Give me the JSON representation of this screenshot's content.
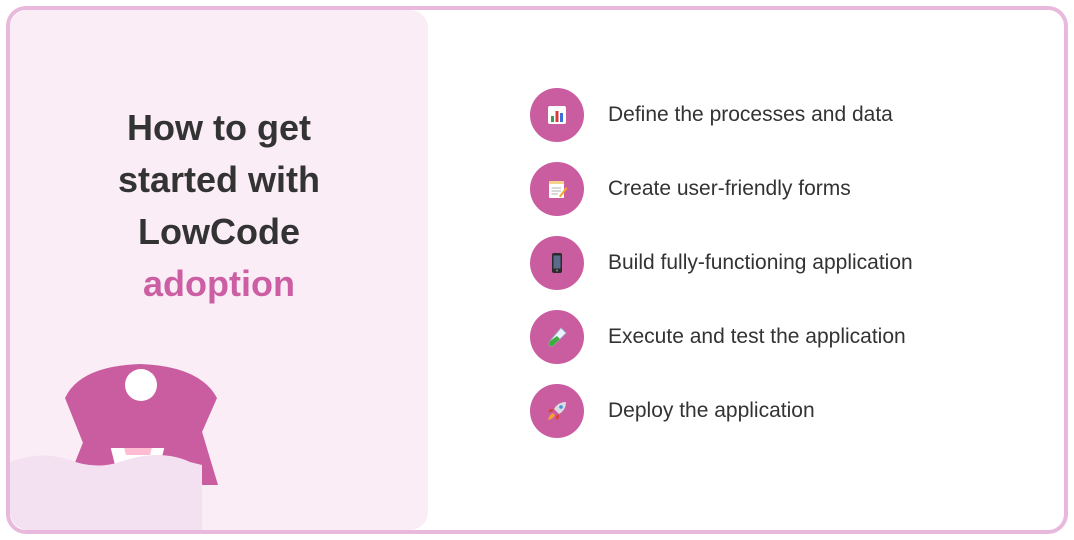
{
  "heading": {
    "lines": [
      "How to get",
      "started with",
      "LowCode"
    ],
    "accent": "adoption"
  },
  "colors": {
    "accent": "#cc5ea4",
    "icon_circle": "#c95da0",
    "border": "#e8b9dc",
    "panel": "#faedf6"
  },
  "steps": [
    {
      "icon": "bar-chart-icon",
      "label": "Define the processes and data"
    },
    {
      "icon": "memo-icon",
      "label": "Create user-friendly forms"
    },
    {
      "icon": "mobile-phone-icon",
      "label": "Build fully-functioning application"
    },
    {
      "icon": "test-tube-icon",
      "label": "Execute and test the application"
    },
    {
      "icon": "rocket-icon",
      "label": "Deploy the application"
    }
  ]
}
